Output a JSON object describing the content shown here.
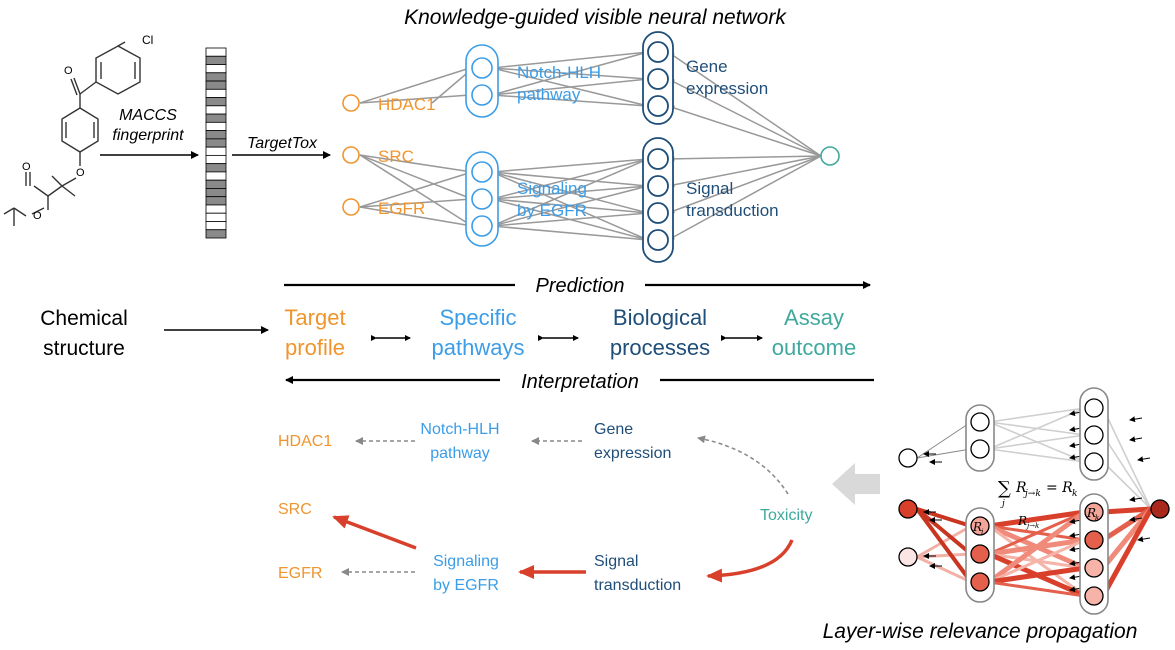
{
  "titles": {
    "network": "Knowledge-guided visible neural network",
    "lrp": "Layer-wise relevance propagation"
  },
  "molecule": {
    "halogen": "Cl"
  },
  "steps": {
    "fingerprint_line1": "MACCS",
    "fingerprint_line2": "fingerprint",
    "model": "TargetTox"
  },
  "network": {
    "targets": [
      "HDAC1",
      "SRC",
      "EGFR"
    ],
    "pathway1_line1": "Notch-HLH",
    "pathway1_line2": "pathway",
    "pathway2_line1": "Signaling",
    "pathway2_line2": "by EGFR",
    "process1_line1": "Gene",
    "process1_line2": "expression",
    "process2_line1": "Signal",
    "process2_line2": "transduction"
  },
  "flow": {
    "prediction": "Prediction",
    "interpretation": "Interpretation",
    "input_line1": "Chemical",
    "input_line2": "structure",
    "stage1_line1": "Target",
    "stage1_line2": "profile",
    "stage2_line1": "Specific",
    "stage2_line2": "pathways",
    "stage3_line1": "Biological",
    "stage3_line2": "processes",
    "stage4_line1": "Assay",
    "stage4_line2": "outcome"
  },
  "interpretation": {
    "hdac1": "HDAC1",
    "notch_line1": "Notch-HLH",
    "notch_line2": "pathway",
    "gene_line1": "Gene",
    "gene_line2": "expression",
    "src": "SRC",
    "egfr": "EGFR",
    "signaling_line1": "Signaling",
    "signaling_line2": "by EGFR",
    "signal_line1": "Signal",
    "signal_line2": "transduction",
    "toxicity": "Toxicity"
  },
  "lrp": {
    "equation_sum": "∑",
    "equation_sub": "j",
    "equation_lhs": "R",
    "equation_lhs_sub": "j→k",
    "equation_eq": "= R",
    "equation_rhs_sub": "k",
    "rj": "R",
    "rj_sub": "j",
    "rk": "R",
    "rk_sub": "k",
    "rjk": "R",
    "rjk_sub": "j→k"
  },
  "colors": {
    "target": "#f0952e",
    "pathway": "#3b9de8",
    "process": "#1f4e79",
    "outcome": "#3fa99d",
    "relevance": "#d9402b",
    "gray_edge": "#999999"
  }
}
